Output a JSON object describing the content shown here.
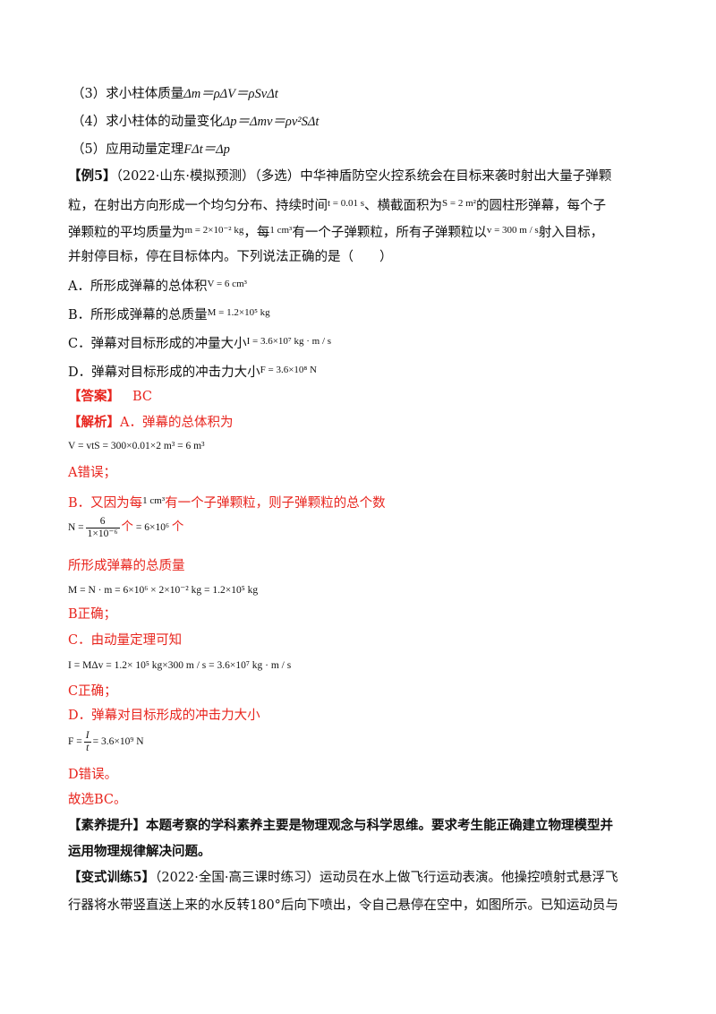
{
  "steps": {
    "s3_text": "（3）求小柱体质量",
    "s3_formula": "Δm＝ρΔV＝ρSvΔt",
    "s4_text": "（4）求小柱体的动量变化",
    "s4_formula": "Δp＝Δmv＝ρv²SΔt",
    "s5_text": "（5）应用动量定理",
    "s5_formula": "FΔt＝Δp"
  },
  "example": {
    "tag": "【例5】",
    "source": "（2022·山东·模拟预测）（多选）",
    "line1_text": "中华神盾防空火控系统会在目标来袭时射出大量子弹颗",
    "line2_a": "粒，在射出方向形成一个均匀分布、持续时间",
    "f_time": "t = 0.01 s",
    "line2_b": "、横截面积为",
    "f_area": "S = 2 m²",
    "line2_c": "的圆柱形弹幕，每个子",
    "line3_a": "弹颗粒的平均质量为",
    "f_mass": "m = 2×10⁻² kg",
    "line3_b": "，每",
    "f_unit_vol": "1 cm³",
    "line3_c": "有一个子弹颗粒，所有子弹颗粒以",
    "f_speed": "v = 300 m / s",
    "line3_d": "射入目标，",
    "line4": "并射停目标，停在目标体内。下列说法正确的是（　　）",
    "options": [
      {
        "text": "A．所形成弹幕的总体积",
        "formula": "V = 6 cm³"
      },
      {
        "text": "B．所形成弹幕的总质量",
        "formula": "M = 1.2×10⁵ kg"
      },
      {
        "text": "C．弹幕对目标形成的冲量大小",
        "formula": "I = 3.6×10⁷ kg · m / s"
      },
      {
        "text": "D．弹幕对目标形成的冲击力大小",
        "formula": "F = 3.6×10⁸ N"
      }
    ]
  },
  "answer": {
    "label": "【答案】",
    "value": "BC"
  },
  "analysis": {
    "label": "【解析】",
    "a_intro": "A．弹幕的总体积为",
    "eq_volume": "V = vtS = 300×0.01×2 m³ = 6 m³",
    "a_verdict": "A错误；",
    "b_intro_a": "B．又因为每",
    "b_unit_vol": "1 cm³",
    "b_intro_b": "有一个子弹颗粒，则子弹颗粒的总个数",
    "eq_n_lhs": "N =",
    "eq_n_num": "6",
    "eq_n_den": "1×10⁻⁶",
    "eq_n_ge1": "个",
    "eq_n_mid": " = 6×10⁶ ",
    "eq_n_ge2": "个",
    "b_mass_intro": "所形成弹幕的总质量",
    "eq_mass": "M = N · m = 6×10⁶ × 2×10⁻² kg = 1.2×10⁵ kg",
    "b_verdict": "B正确；",
    "c_intro": "C．由动量定理可知",
    "eq_impulse": "I = MΔv = 1.2× 10⁵ kg×300 m / s = 3.6×10⁷ kg · m / s",
    "c_verdict": "C正确；",
    "d_intro": "D．弹幕对目标形成的冲击力大小",
    "eq_f_lhs": "F =",
    "eq_f_num": "I",
    "eq_f_den": "t",
    "eq_f_rhs": "= 3.6×10⁹ N",
    "d_verdict": "D错误。",
    "conclusion": "故选BC。"
  },
  "literacy": {
    "text1": "【素养提升】本题考察的学科素养主要是物理观念与科学思维。要求考生能正确建立物理模型并",
    "text2": "运用物理规律解决问题。"
  },
  "training": {
    "tag": "【变式训练5】",
    "source": "（2022·全国·高三课时练习）",
    "line1": "运动员在水上做飞行运动表演。他操控喷射式悬浮飞",
    "line2": "行器将水带竖直送上来的水反转180°后向下喷出，令自己悬停在空中，如图所示。已知运动员与"
  }
}
